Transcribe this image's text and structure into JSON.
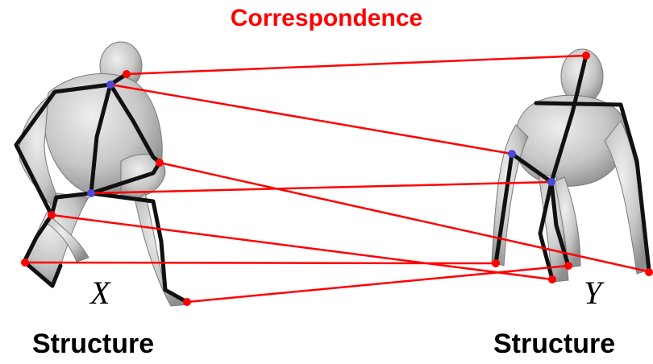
{
  "title": "Correspondence",
  "shape_x": {
    "symbol": "X",
    "caption": "Structure"
  },
  "shape_y": {
    "symbol": "Y",
    "caption": "Structure"
  },
  "colors": {
    "correspondence": "#ff0000",
    "skeleton": "#111111",
    "joint_end": "#ff0000",
    "joint_inner": "#4a4ad6",
    "body": "#c9c9c9"
  }
}
